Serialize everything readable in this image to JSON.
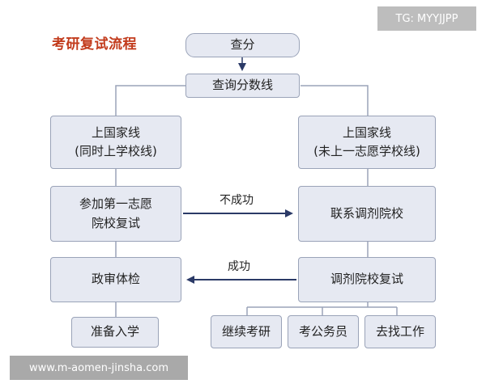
{
  "watermark_top": "TG: MYYJJPP",
  "watermark_bottom": "www.m-aomen-jinsha.com",
  "title": "考研复试流程",
  "nodes": {
    "query_score": "查分",
    "check_line": "查询分数线",
    "above_line_left": [
      "上国家线",
      "(同时上学校线)"
    ],
    "above_line_right": [
      "上国家线",
      "(未上一志愿学校线)"
    ],
    "first_choice_retest": [
      "参加第一志愿",
      "院校复试"
    ],
    "contact_adjust": "联系调剂院校",
    "political_review": "政审体检",
    "adjust_retest": "调剂院校复试",
    "prepare_enroll": "准备入学",
    "continue_exam": "继续考研",
    "civil_service": "考公务员",
    "find_job": "去找工作"
  },
  "edges": {
    "fail_label": "不成功",
    "success_label": "成功"
  },
  "colors": {
    "box_fill": "#e6e9f2",
    "box_border": "#9aa3b8",
    "arrow": "#2b3a67",
    "title": "#c23b1c"
  }
}
